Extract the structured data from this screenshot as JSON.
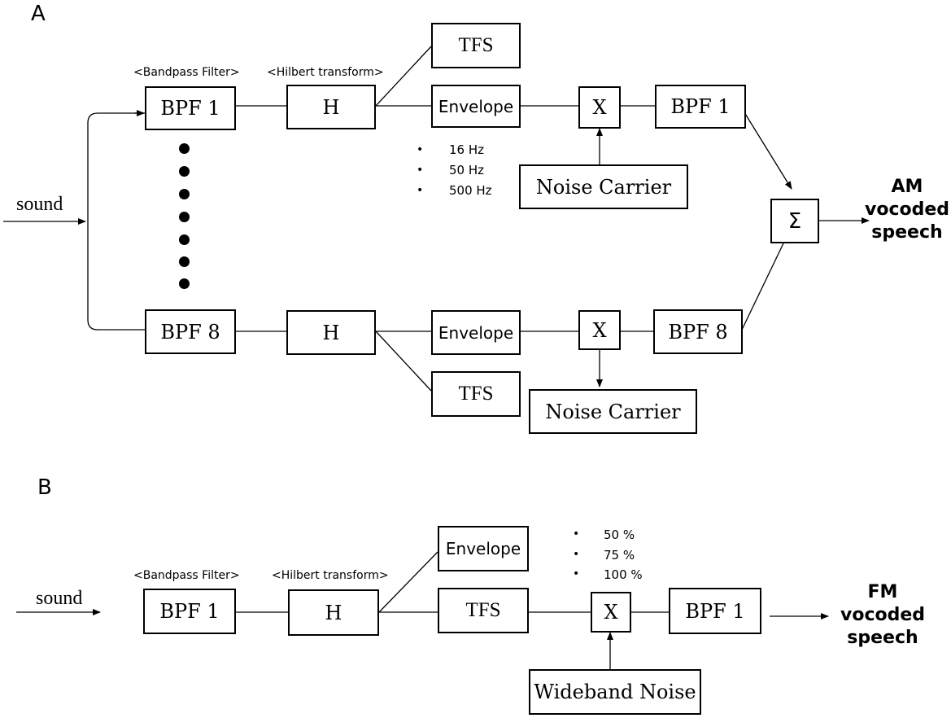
{
  "panel_a": {
    "label": "A",
    "input_label": "sound",
    "stage_labels": {
      "bandpass": "<Bandpass Filter>",
      "hilbert": "<Hilbert transform>"
    },
    "band_first": {
      "bpf": "BPF 1",
      "hilbert": "H",
      "tfs": "TFS",
      "envelope": "Envelope",
      "multiply": "X",
      "noise": "Noise Carrier",
      "output_bpf": "BPF 1"
    },
    "band_last": {
      "bpf": "BPF 8",
      "hilbert": "H",
      "tfs": "TFS",
      "envelope": "Envelope",
      "multiply": "X",
      "noise": "Noise Carrier",
      "output_bpf": "BPF 8"
    },
    "envelope_cutoffs": [
      "16 Hz",
      "50 Hz",
      "500 Hz"
    ],
    "sum_symbol": "Σ",
    "output": [
      "AM",
      "vocoded",
      "speech"
    ]
  },
  "panel_b": {
    "label": "B",
    "input_label": "sound",
    "stage_labels": {
      "bandpass": "<Bandpass Filter>",
      "hilbert": "<Hilbert transform>"
    },
    "band": {
      "bpf": "BPF 1",
      "hilbert": "H",
      "envelope": "Envelope",
      "tfs": "TFS",
      "multiply": "X",
      "noise": "Wideband Noise",
      "output_bpf": "BPF 1"
    },
    "percentages": [
      "50 %",
      "75 %",
      "100 %"
    ],
    "output": [
      "FM",
      "vocoded",
      "speech"
    ]
  }
}
